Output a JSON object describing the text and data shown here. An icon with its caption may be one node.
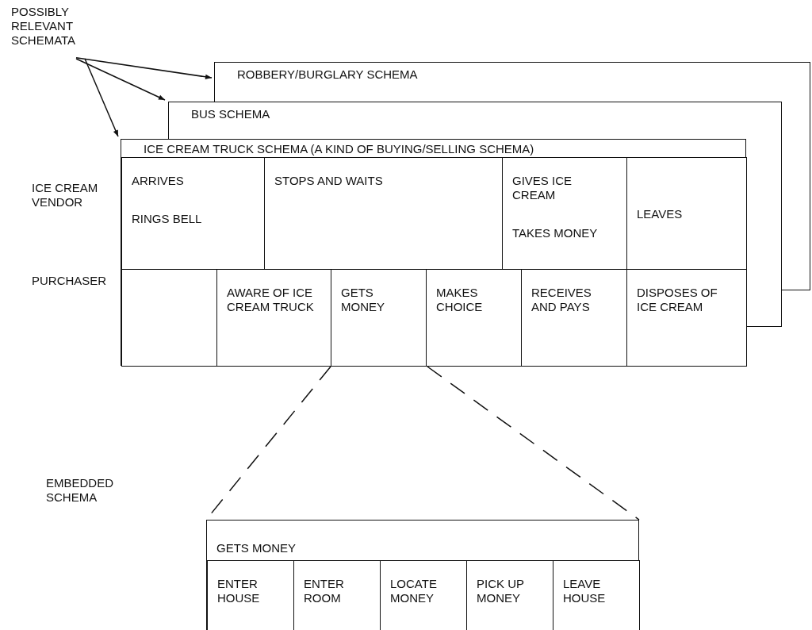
{
  "diagram": {
    "nodes": [
      {
        "text": [
          "POSSIBLY RELEVANT SCHEMATA"
        ]
      },
      {
        "text": [
          "ROBBERY/BURGLARY SCHEMA"
        ]
      },
      {
        "text": [
          "BUS SCHEMA"
        ]
      },
      {
        "text": [
          "ICE CREAM TRUCK SCHEMA (A KIND OF BUYING/SELLING SCHEMA)"
        ]
      },
      {
        "text": [
          "ARRIVES",
          "RINGS BELL"
        ],
        "in": 3
      },
      {
        "text": [
          "STOPS AND WAITS"
        ],
        "in": 3
      },
      {
        "text": [
          "GIVES ICE CREAM",
          "TAKES MONEY"
        ],
        "in": 3
      },
      {
        "text": [
          "LEAVES"
        ],
        "in": 3
      },
      {
        "text": [],
        "shape": "box",
        "in": 3
      },
      {
        "text": [
          "AWARE OF ICE CREAM TRUCK"
        ],
        "in": 3
      },
      {
        "text": [
          "GETS MONEY"
        ],
        "in": 3
      },
      {
        "text": [
          "MAKES CHOICE"
        ],
        "in": 3
      },
      {
        "text": [
          "RECEIVES AND PAYS"
        ],
        "in": 3
      },
      {
        "text": [
          "DISPOSES OF ICE CREAM"
        ],
        "in": 3
      },
      {
        "text": [
          "GETS MONEY"
        ]
      },
      {
        "text": [
          "ENTER HOUSE"
        ],
        "in": 14
      },
      {
        "text": [
          "ENTER ROOM"
        ],
        "in": 14
      },
      {
        "text": [
          "LOCATE MONEY"
        ],
        "in": 14
      },
      {
        "text": [
          "PICK UP MONEY"
        ],
        "in": 14
      },
      {
        "text": [
          "LEAVE HOUSE"
        ],
        "in": 14
      }
    ],
    "edges": [
      {
        "from": 0,
        "to": 1,
        "arrow": "to"
      },
      {
        "from": 0,
        "to": 2,
        "arrow": "to"
      },
      {
        "from": 0,
        "to": 3,
        "arrow": "to"
      },
      {
        "from": 10,
        "to": 14,
        "arrow": "none",
        "style": "dashed"
      },
      {
        "from": 10,
        "to": 14,
        "arrow": "none",
        "style": "dashed"
      }
    ],
    "labels": [
      "ICE CREAM VENDOR",
      "PURCHASER",
      "EMBEDDED SCHEMA"
    ]
  }
}
